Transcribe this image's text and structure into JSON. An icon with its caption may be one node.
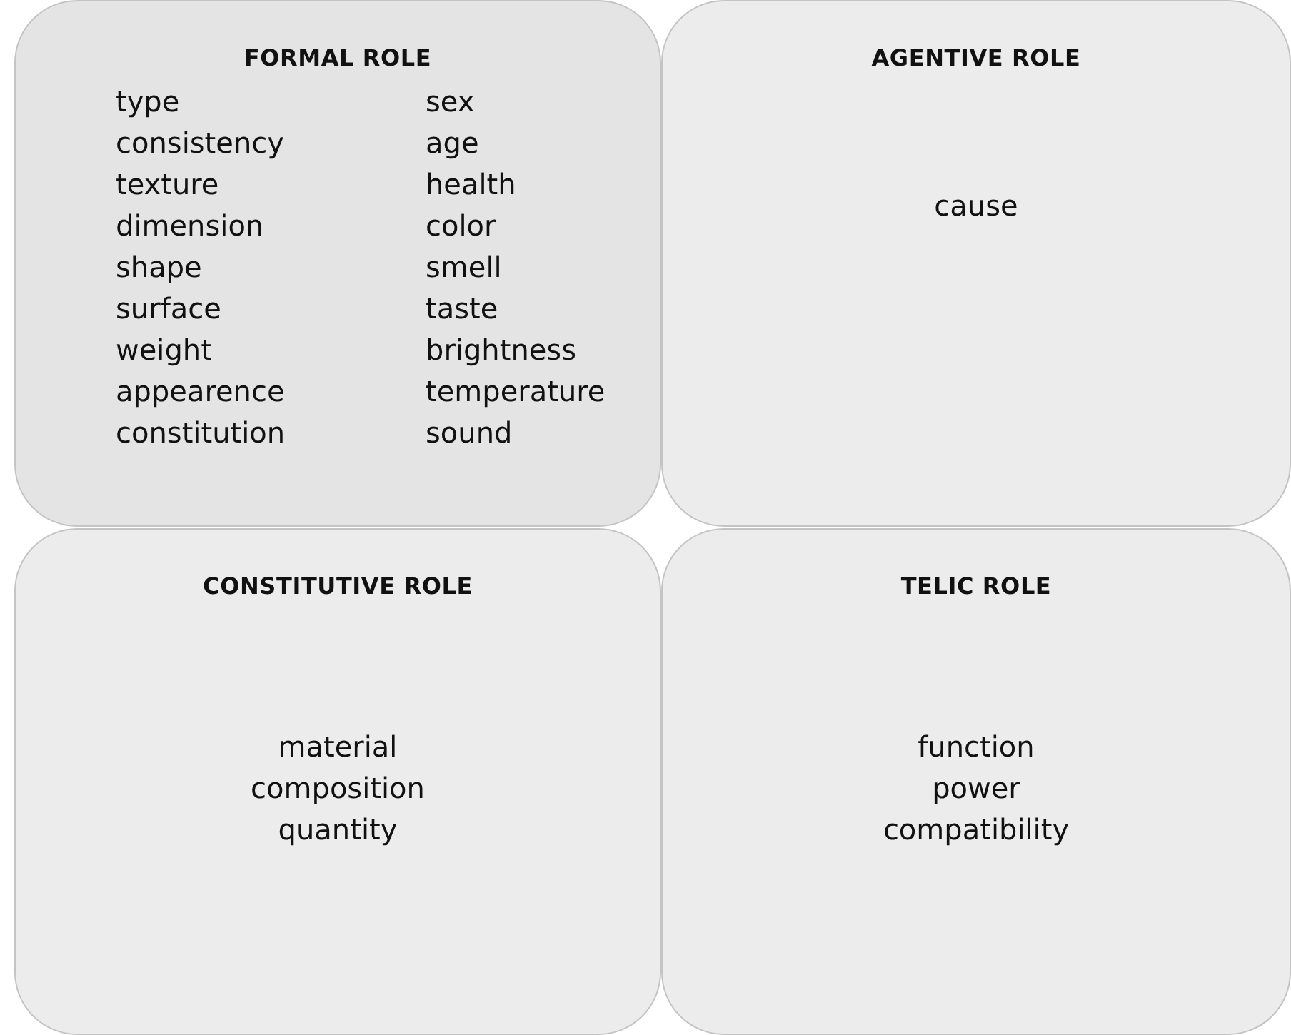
{
  "diagram": {
    "nodes": [
      {
        "text": [
          "FORMAL ROLE",
          "type",
          "consistency",
          "texture",
          "dimension",
          "shape",
          "surface",
          "weight",
          "appearence",
          "constitution",
          "sex",
          "age",
          "health",
          "color",
          "smell",
          "taste",
          "brightness",
          "temperature",
          "sound"
        ]
      },
      {
        "text": [
          "AGENTIVE ROLE",
          "cause"
        ]
      },
      {
        "text": [
          "CONSTITUTIVE ROLE",
          "material",
          "composition",
          "quantity"
        ]
      },
      {
        "text": [
          "TELIC ROLE",
          "function",
          "power",
          "compatibility"
        ]
      }
    ]
  }
}
